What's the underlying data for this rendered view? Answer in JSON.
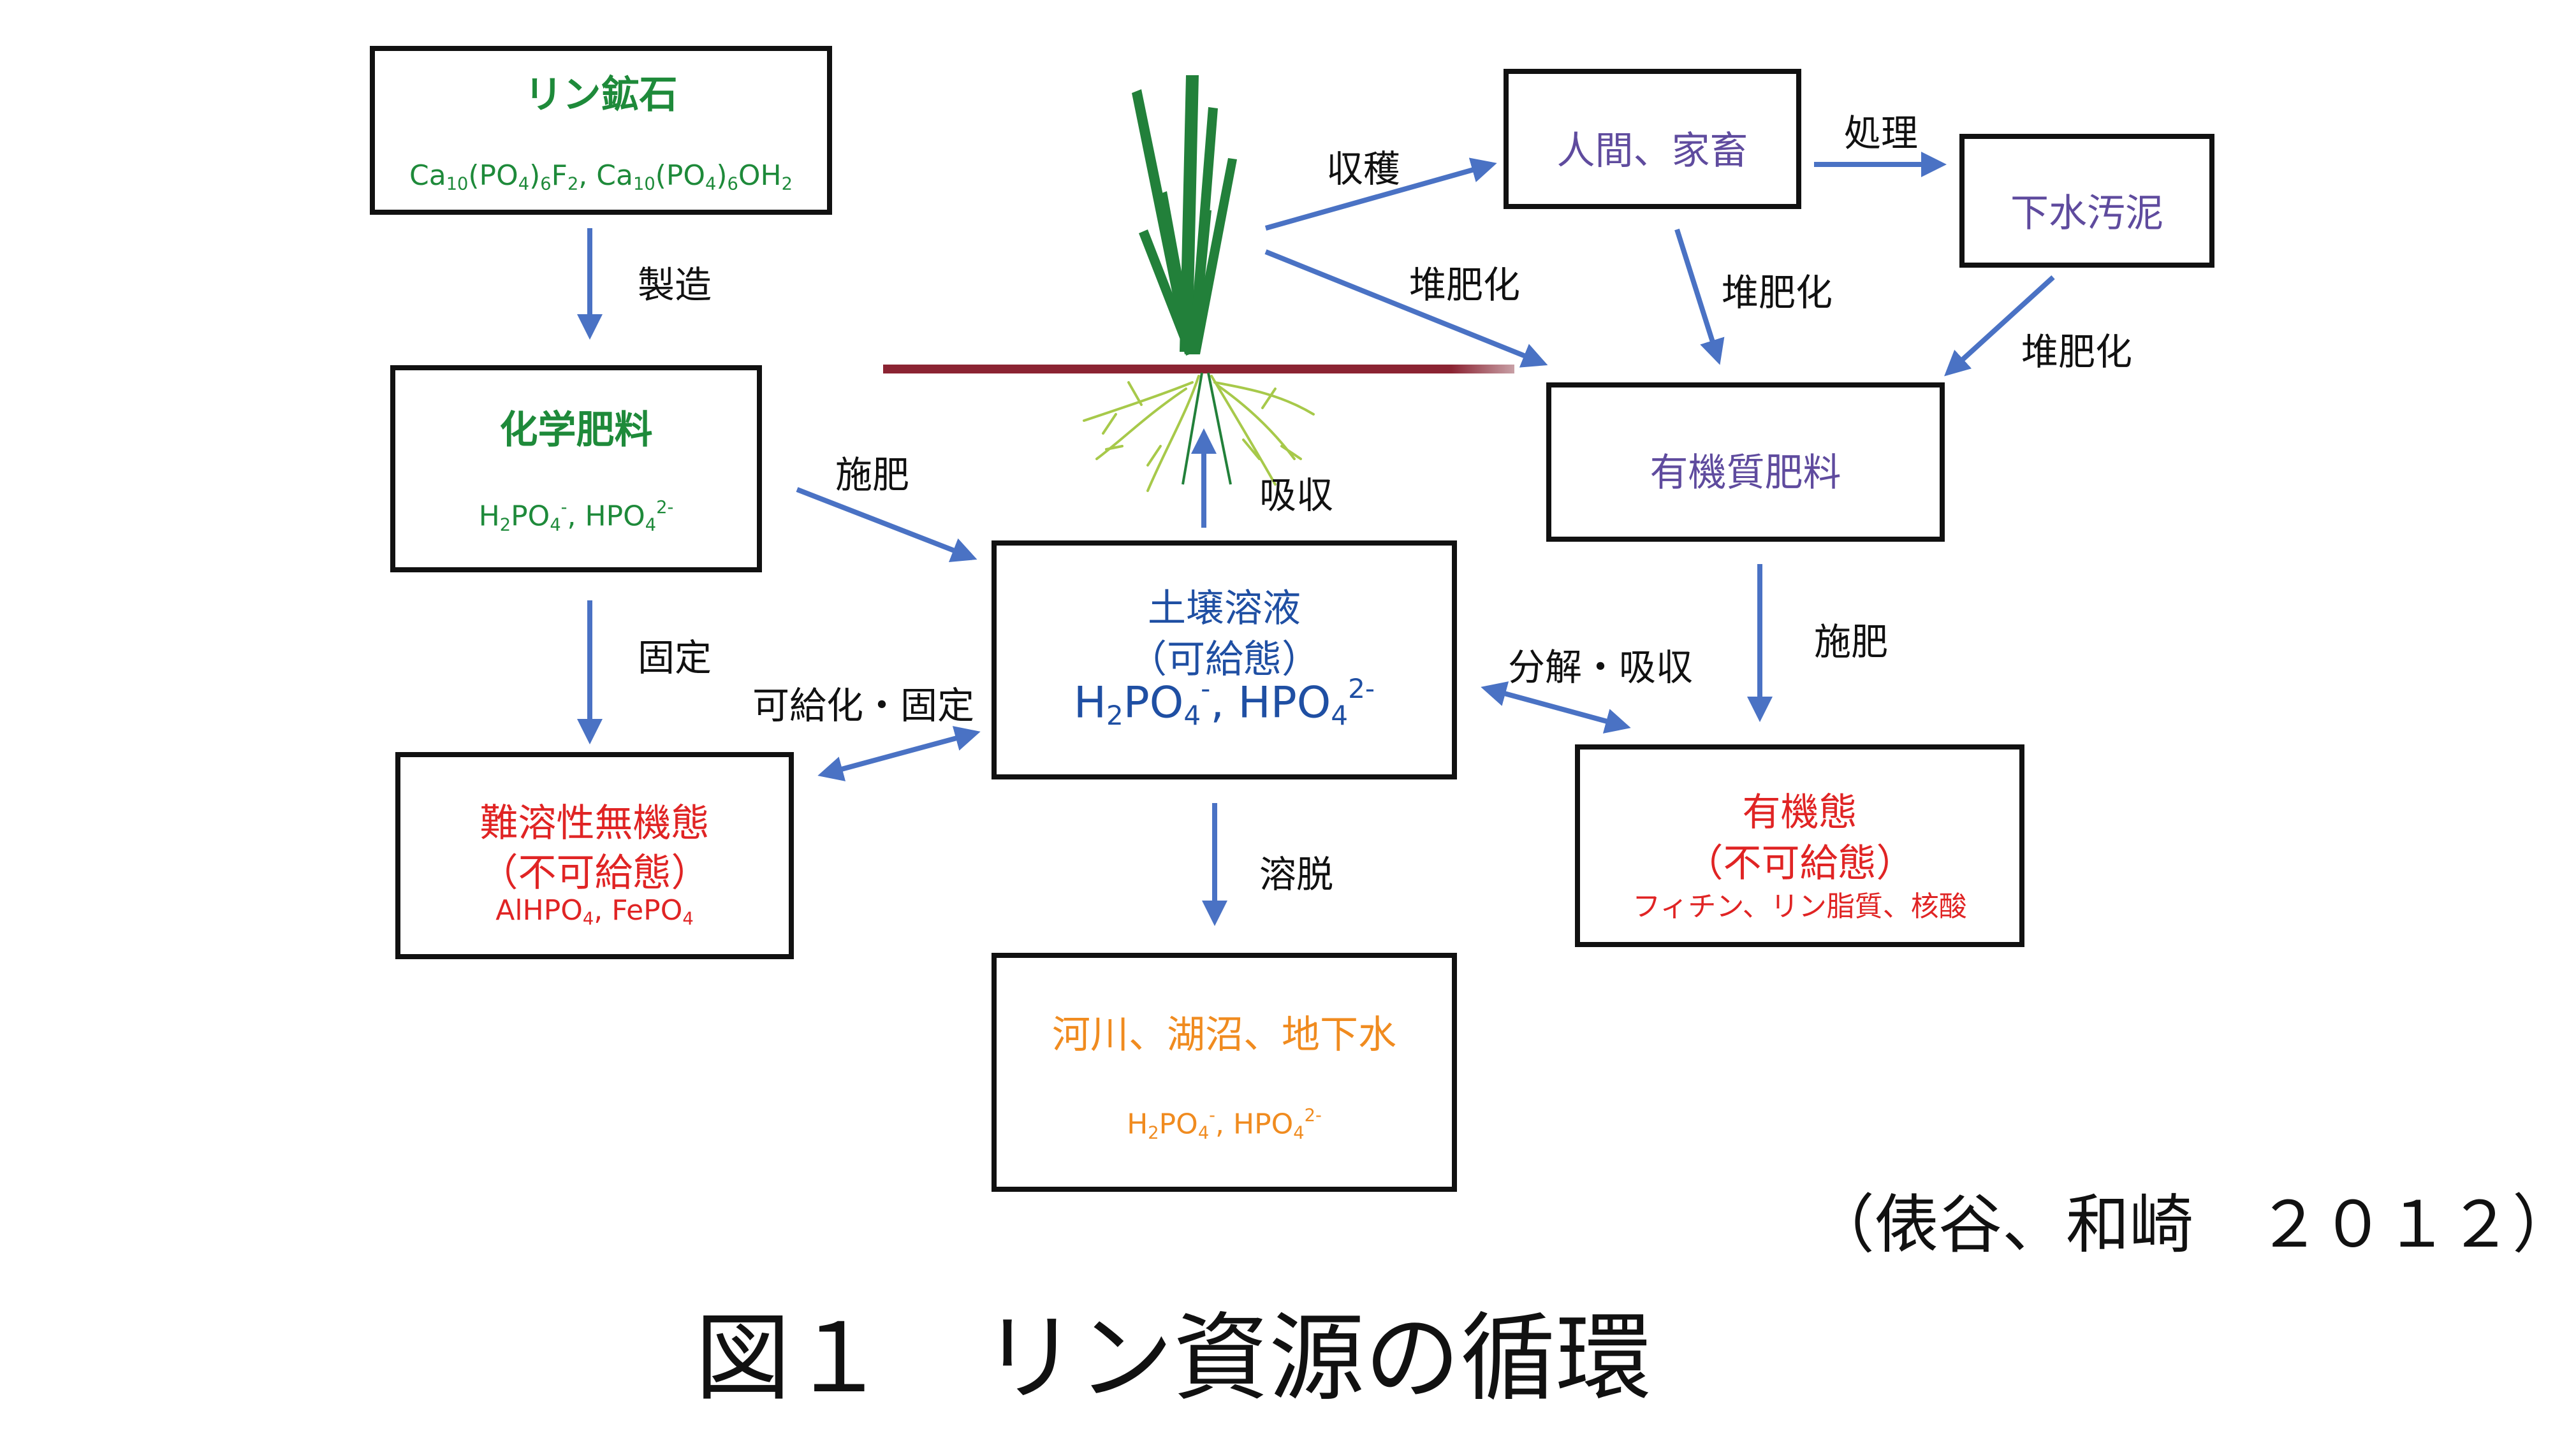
{
  "colors": {
    "green": "#1e8a3a",
    "purple": "#5f4b9e",
    "blue": "#1f4fa3",
    "red": "#e02424",
    "orange": "#f08b1f",
    "arrow": "#4a72c4",
    "soil_line": "#8b2332",
    "plant": "#22803a",
    "roots": "#9cc63a"
  },
  "boxes": {
    "ore": {
      "title": "リン鉱石",
      "formula_parts": [
        "Ca",
        "10",
        "(PO",
        "4",
        ")",
        "6",
        "F",
        "2",
        ", Ca",
        "10",
        "(PO",
        "4",
        ")",
        "6",
        "OH",
        "2"
      ]
    },
    "fertilizer": {
      "title": "化学肥料",
      "f_a": "H",
      "f_a_sub": "2",
      "f_b": "PO",
      "f_b_sub": "4",
      "f_b_sup": "-",
      "f_c": ", HPO",
      "f_c_sub": "4",
      "f_c_sup": "2-"
    },
    "insoluble": {
      "title": "難溶性無機態",
      "subtitle": "（不可給態）",
      "f_a": "AlHPO",
      "f_a_sub": "4",
      "f_b": ", FePO",
      "f_b_sub": "4"
    },
    "soil_solution": {
      "title": "土壌溶液",
      "subtitle": "（可給態）",
      "f_a": "H",
      "f_a_sub": "2",
      "f_b": "PO",
      "f_b_sub": "4",
      "f_b_sup": "-",
      "f_c": ", HPO",
      "f_c_sub": "4",
      "f_c_sup": "2-"
    },
    "water": {
      "title": "河川、湖沼、地下水",
      "f_a": "H",
      "f_a_sub": "2",
      "f_b": "PO",
      "f_b_sub": "4",
      "f_b_sup": "-",
      "f_c": ", HPO",
      "f_c_sub": "4",
      "f_c_sup": "2-"
    },
    "humans": {
      "title": "人間、家畜"
    },
    "sludge": {
      "title": "下水汚泥"
    },
    "organic_fertilizer": {
      "title": "有機質肥料"
    },
    "organic": {
      "title": "有機態",
      "subtitle": "（不可給態）",
      "detail": "フィチン、リン脂質、核酸"
    }
  },
  "labels": {
    "manufacture": "製造",
    "fixation": "固定",
    "apply_left": "施肥",
    "available_fixation": "可給化・固定",
    "absorb": "吸収",
    "leaching": "溶脱",
    "harvest": "収穫",
    "compost_plant": "堆肥化",
    "compost_humans": "堆肥化",
    "compost_sludge": "堆肥化",
    "treatment": "処理",
    "apply_right": "施肥",
    "decompose_absorb": "分解・吸収"
  },
  "credit": "（俵谷、和崎　２０１２）",
  "figure_title": "図１　リン資源の循環"
}
